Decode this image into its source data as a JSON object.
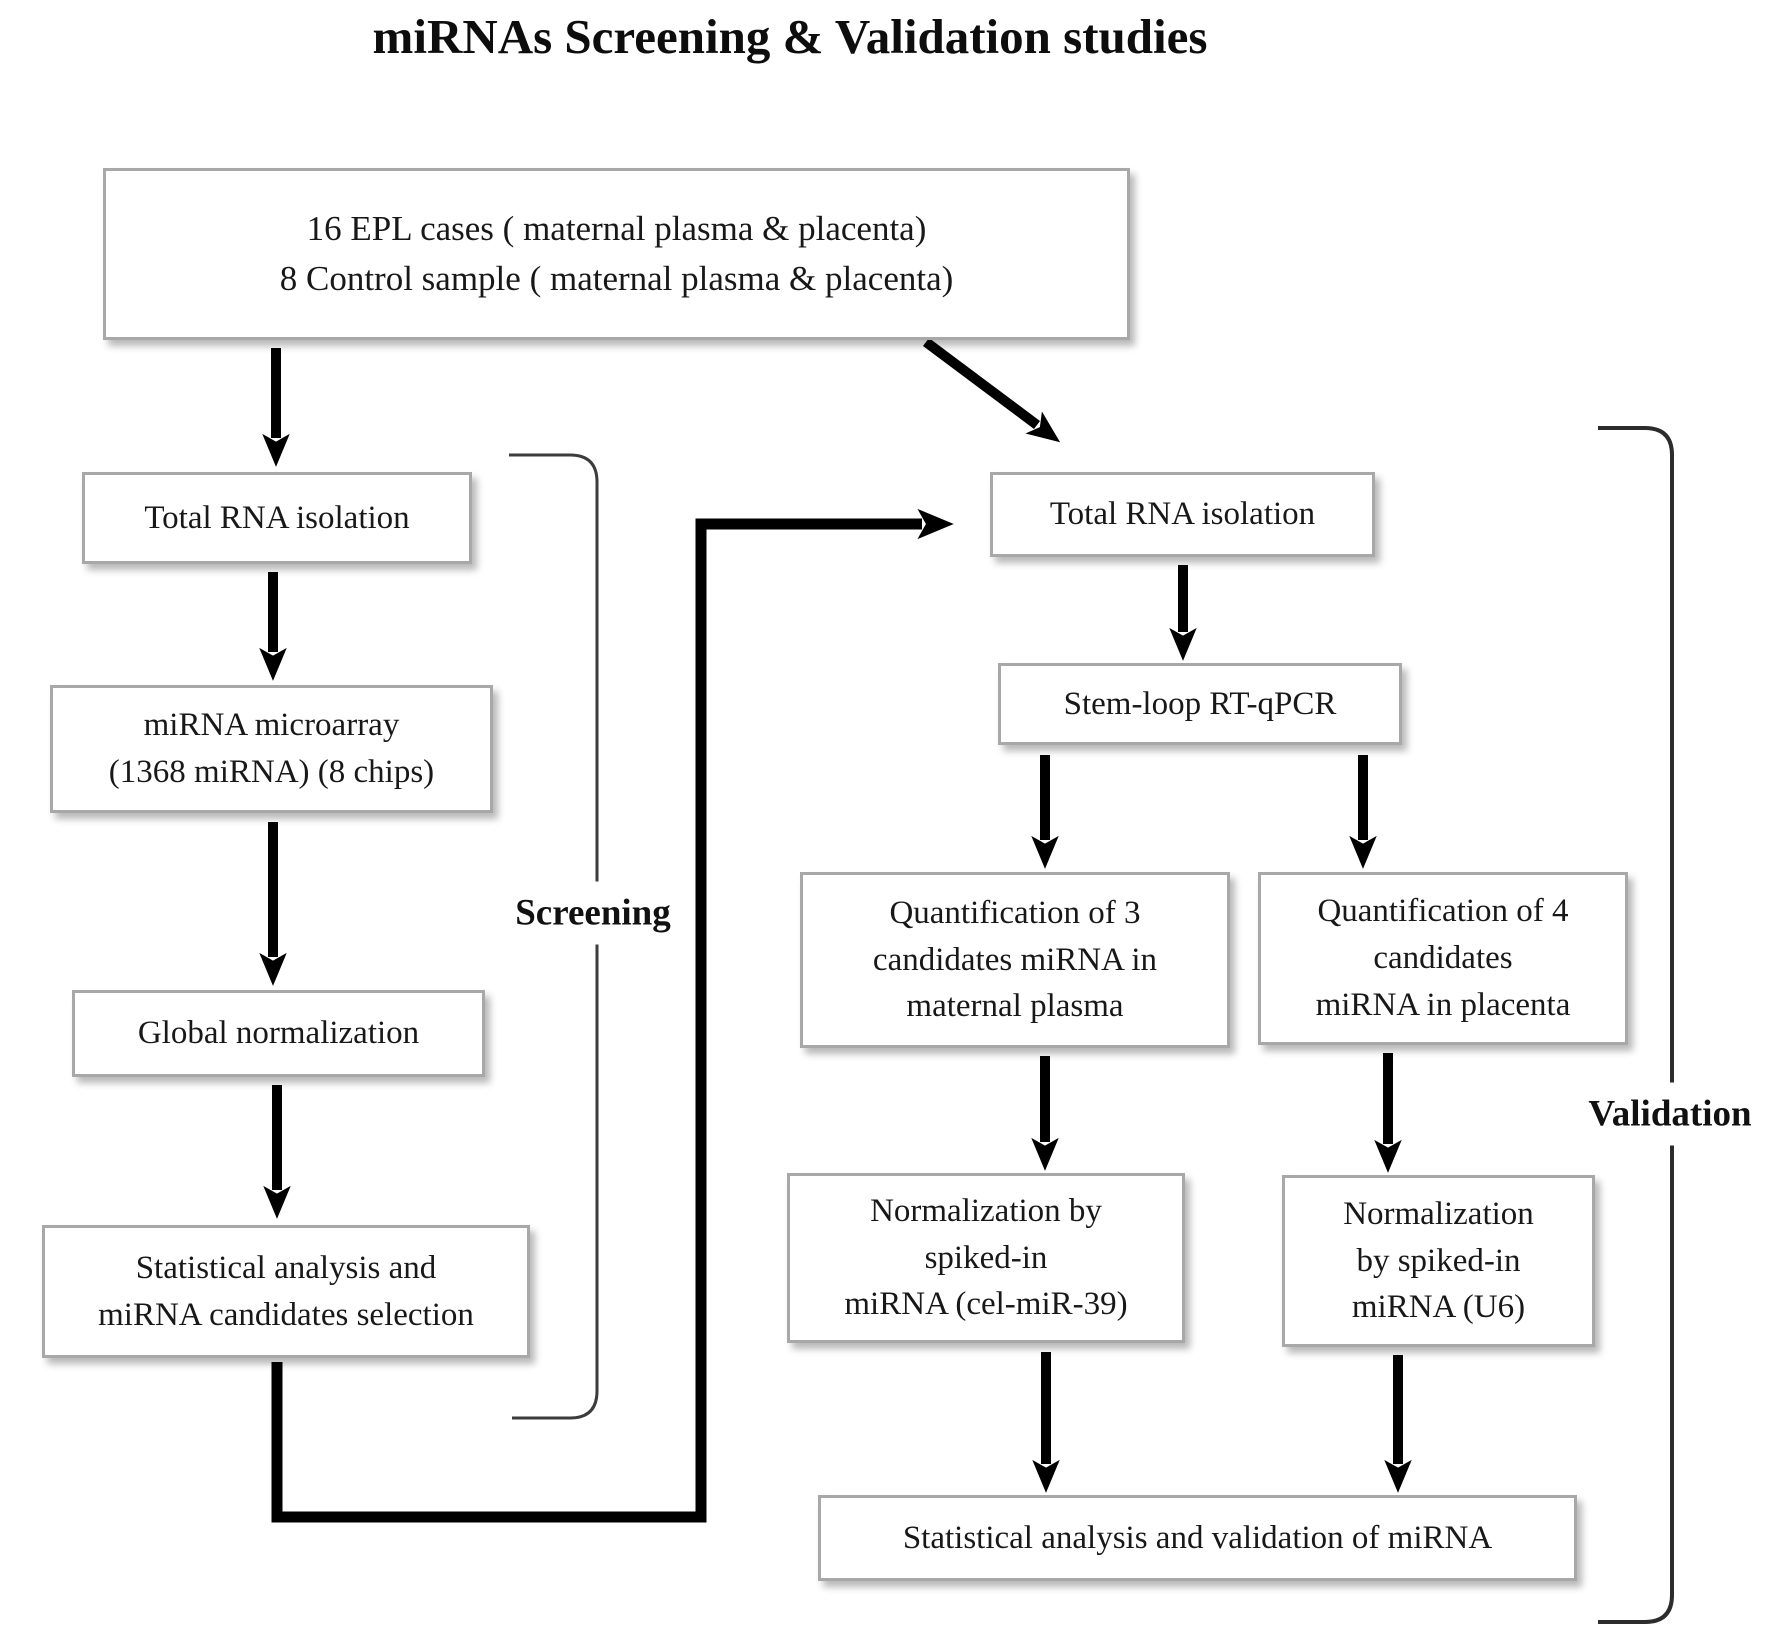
{
  "title": "miRNAs Screening & Validation studies",
  "nodes": {
    "samples": "16 EPL cases ( maternal plasma & placenta)\n8 Control sample ( maternal plasma & placenta)",
    "rna_screening": "Total RNA isolation",
    "microarray": "miRNA microarray\n(1368 miRNA) (8 chips)",
    "global_norm": "Global normalization",
    "stat_selection": "Statistical analysis and\nmiRNA candidates selection",
    "rna_validation": "Total RNA isolation",
    "stemloop": "Stem-loop RT-qPCR",
    "quant_plasma": "Quantification of 3\ncandidates miRNA in\nmaternal plasma",
    "quant_placenta": "Quantification of 4\ncandidates\nmiRNA in placenta",
    "norm_plasma": "Normalization by\nspiked-in\nmiRNA (cel-miR-39)",
    "norm_placenta": "Normalization\nby spiked-in\nmiRNA (U6)",
    "stat_validation": "Statistical analysis and validation of miRNA"
  },
  "labels": {
    "screening": "Screening",
    "validation": "Validation"
  },
  "colors": {
    "arrow": "#000000",
    "box_border": "#a8a8a8",
    "bracket": "#3c3c3c",
    "text": "#181818"
  }
}
